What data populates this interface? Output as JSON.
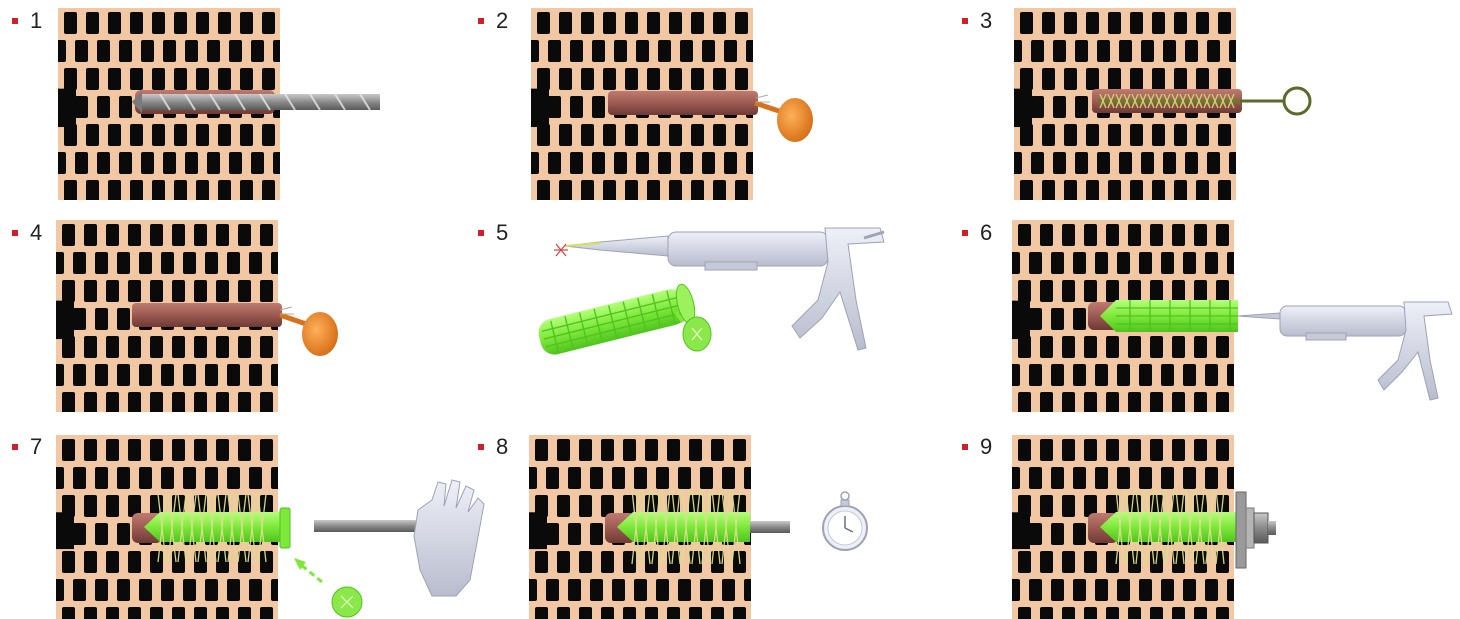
{
  "steps": [
    {
      "number": "1",
      "action": "drill"
    },
    {
      "number": "2",
      "action": "blow-out"
    },
    {
      "number": "3",
      "action": "brush"
    },
    {
      "number": "4",
      "action": "blow-out"
    },
    {
      "number": "5",
      "action": "prepare-sleeve-and-cartridge"
    },
    {
      "number": "6",
      "action": "inject-resin"
    },
    {
      "number": "7",
      "action": "insert-rod"
    },
    {
      "number": "8",
      "action": "cure-time"
    },
    {
      "number": "9",
      "action": "tighten-nut"
    }
  ],
  "colors": {
    "brick": "#f2c8a4",
    "hole": "#0a0a0a",
    "bullet": "#d11f2a",
    "sleeve": "#7ee83a",
    "resin": "#e5ec9a",
    "bore": "#9b5a52",
    "pump": "#ee8a2a",
    "tool": "#d9dbe8",
    "steel": "#8a8a8a"
  }
}
